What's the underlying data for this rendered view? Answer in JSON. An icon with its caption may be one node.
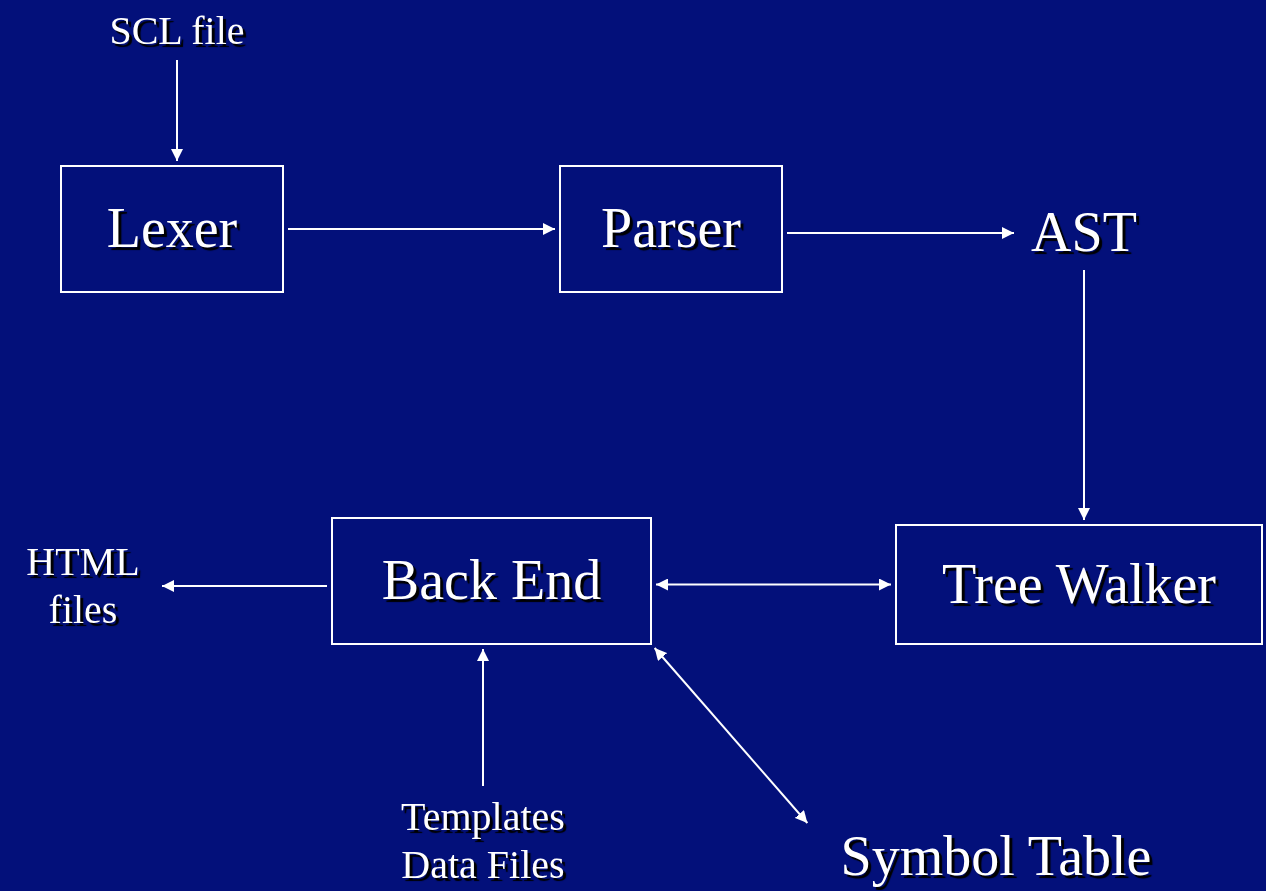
{
  "diagram": {
    "nodes": [
      {
        "text": [
          "SCL file"
        ]
      },
      {
        "text": [
          "Lexer"
        ]
      },
      {
        "text": [
          "Parser"
        ]
      },
      {
        "text": [
          "AST"
        ]
      },
      {
        "text": [
          "HTML files"
        ]
      },
      {
        "text": [
          "Back End"
        ]
      },
      {
        "text": [
          "Tree Walker"
        ]
      },
      {
        "text": [
          "Templates Data Files"
        ]
      },
      {
        "text": [
          "Symbol Table"
        ]
      }
    ],
    "edges": [
      {
        "from": 0,
        "to": 1,
        "arrow": "to"
      },
      {
        "from": 1,
        "to": 2,
        "arrow": "to"
      },
      {
        "from": 2,
        "to": 3,
        "arrow": "to"
      },
      {
        "from": 3,
        "to": 6,
        "arrow": "to"
      },
      {
        "from": 5,
        "to": 4,
        "arrow": "to"
      },
      {
        "from": 5,
        "to": 6,
        "arrow": "both"
      },
      {
        "from": 7,
        "to": 5,
        "arrow": "to"
      },
      {
        "from": 5,
        "to": 8,
        "arrow": "both"
      }
    ]
  }
}
